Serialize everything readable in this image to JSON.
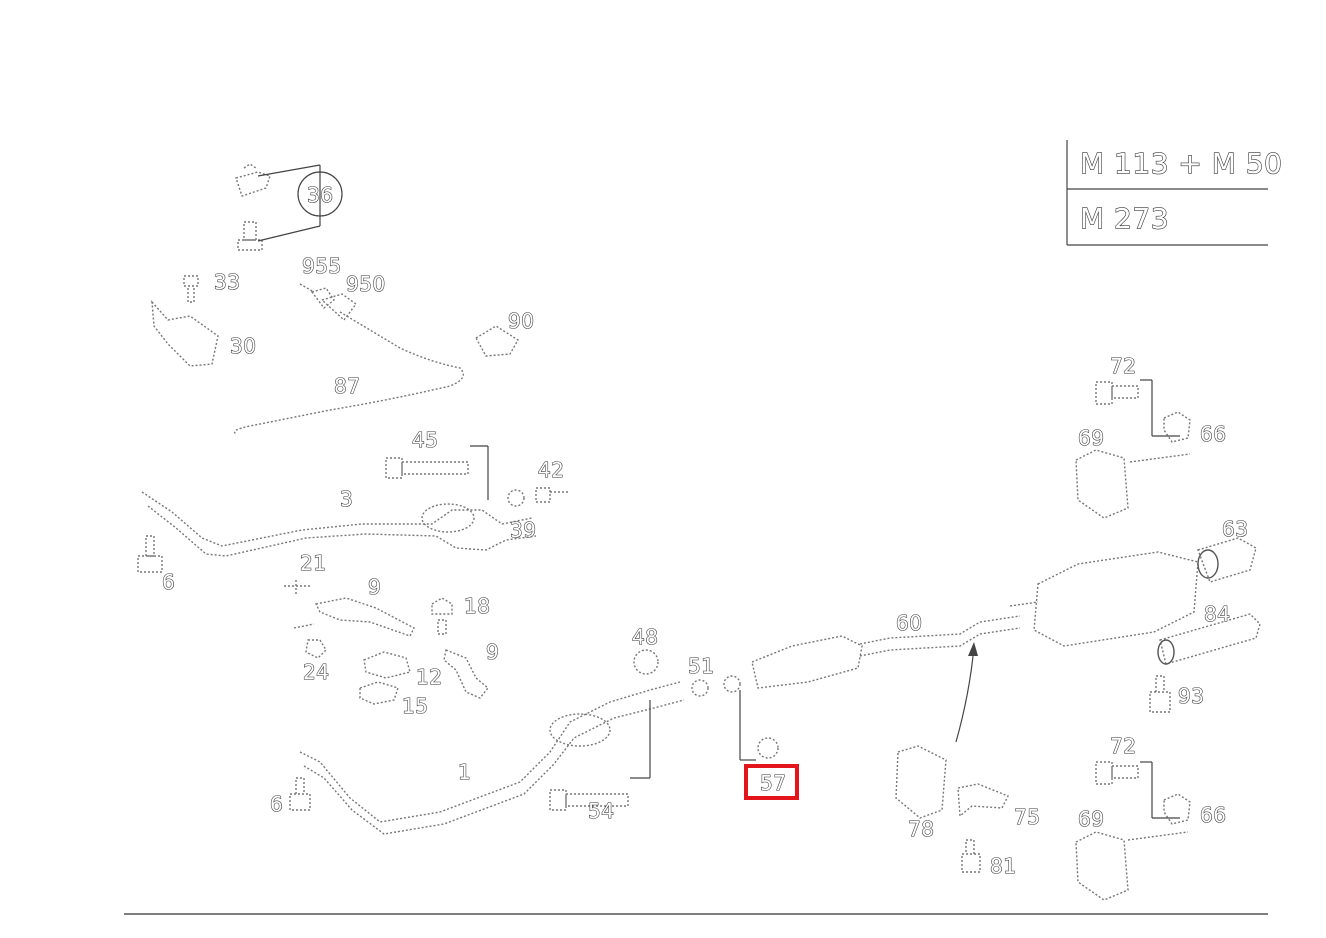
{
  "variant_table": {
    "row1": "M 113 + M 50",
    "row2": "M 273"
  },
  "highlighted_part": "57",
  "callouts": {
    "c36": "36",
    "c33": "33",
    "c30": "30",
    "c955": "955",
    "c950": "950",
    "c90": "90",
    "c87": "87",
    "c45": "45",
    "c42": "42",
    "c3": "3",
    "c39": "39",
    "c6a": "6",
    "c21": "21",
    "c9a": "9",
    "c18": "18",
    "c9b": "9",
    "c24": "24",
    "c12": "12",
    "c15": "15",
    "c48": "48",
    "c51": "51",
    "c1": "1",
    "c6b": "6",
    "c54": "54",
    "c57": "57",
    "c60": "60",
    "c78": "78",
    "c75": "75",
    "c81": "81",
    "c72a": "72",
    "c66a": "66",
    "c69a": "69",
    "c63": "63",
    "c84": "84",
    "c93": "93",
    "c72b": "72",
    "c66b": "66",
    "c69b": "69"
  },
  "colors": {
    "highlight": "#e3151a",
    "line": "#333333"
  }
}
